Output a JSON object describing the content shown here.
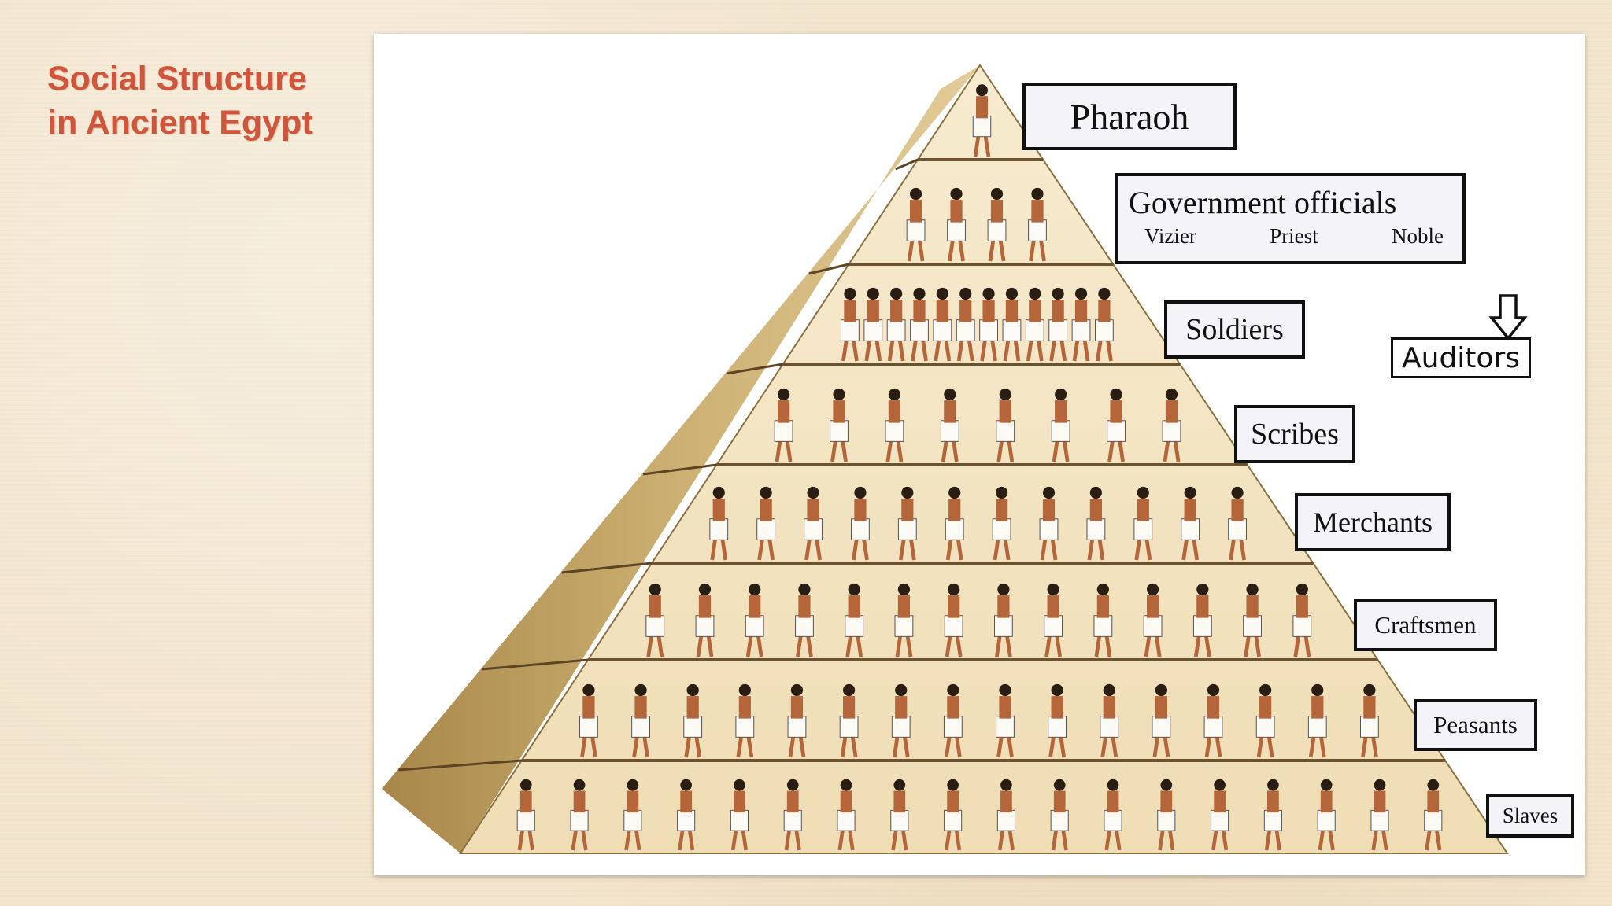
{
  "slide": {
    "title_line1": "Social Structure",
    "title_line2": "in Ancient Egypt"
  },
  "diagram": {
    "levels": [
      {
        "label": "Pharaoh"
      },
      {
        "label": "Government officials",
        "sublabels": [
          "Vizier",
          "Priest",
          "Noble"
        ]
      },
      {
        "label": "Soldiers"
      },
      {
        "label": "Scribes"
      },
      {
        "label": "Merchants"
      },
      {
        "label": "Craftsmen"
      },
      {
        "label": "Peasants"
      },
      {
        "label": "Slaves"
      }
    ],
    "annotation": {
      "label": "Auditors",
      "arrow_icon": "down-arrow-icon"
    },
    "colors": {
      "title": "#d0553a",
      "pyramid_face": "#f2e2bd",
      "pyramid_side": "#c9a862",
      "band_line": "#6b5330",
      "figure_skin": "#b5653a"
    }
  }
}
